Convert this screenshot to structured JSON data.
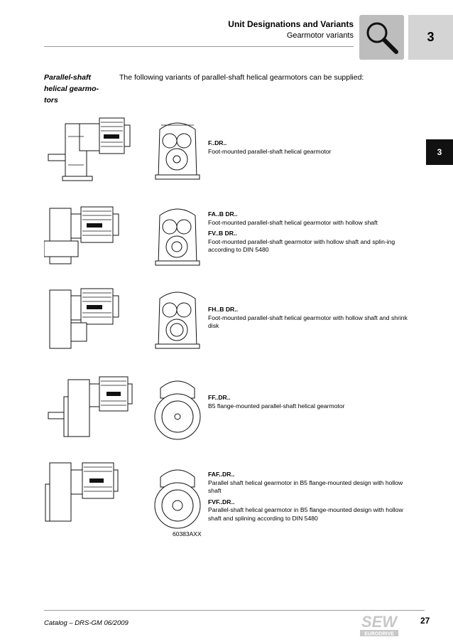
{
  "header": {
    "title": "Unit Designations and Variants",
    "subtitle": "Gearmotor variants",
    "chapter": "3",
    "icon": "magnifier-icon"
  },
  "side_tab": "3",
  "section": {
    "label": "Parallel-shaft helical gearmo-tors",
    "intro": "The following variants of parallel-shaft helical gearmotors can be supplied:"
  },
  "variants": [
    {
      "items": [
        {
          "code": "F..DR..",
          "text": "Foot-mounted parallel-shaft helical gearmotor"
        }
      ]
    },
    {
      "items": [
        {
          "code": "FA..B DR..",
          "text": "Foot-mounted parallel-shaft helical gearmotor with hollow shaft"
        },
        {
          "code": "FV..B DR..",
          "text": "Foot-mounted parallel-shaft gearmotor with hollow shaft and splin-ing according to DIN 5480"
        }
      ]
    },
    {
      "items": [
        {
          "code": "FH..B DR..",
          "text": "Foot-mounted parallel-shaft helical gearmotor with hollow shaft and shrink disk"
        }
      ]
    },
    {
      "items": [
        {
          "code": "FF..DR..",
          "text": "B5 flange-mounted parallel-shaft helical gearmotor"
        }
      ]
    },
    {
      "items": [
        {
          "code": "FAF..DR..",
          "text": "Parallel shaft helical gearmotor in B5 flange-mounted design with hollow shaft"
        },
        {
          "code": "FVF..DR..",
          "text": "Parallel-shaft helical gearmotor in B5 flange-mounted design with hollow shaft and splining according to DIN 5480"
        }
      ]
    }
  ],
  "figure_ref": "60383AXX",
  "footer": {
    "catalog": "Catalog – DRS-GM 06/2009",
    "page": "27",
    "logo_alt": "SEW EURODRIVE"
  }
}
